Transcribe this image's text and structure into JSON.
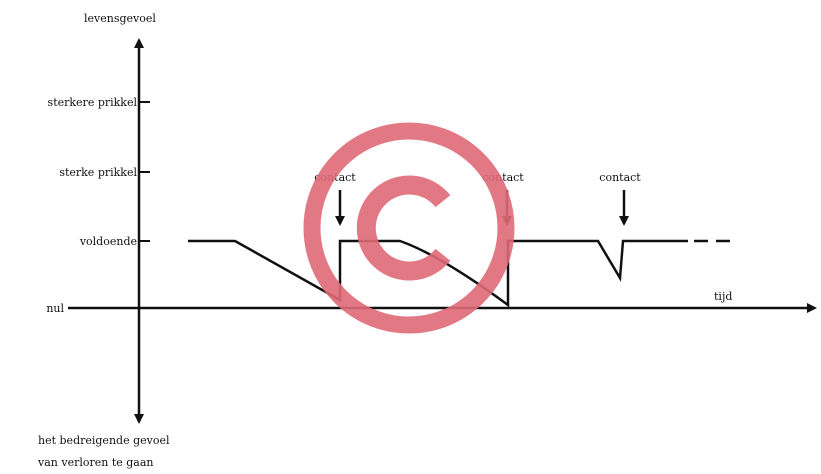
{
  "y_axis": {
    "title": "levensgevoel",
    "levels": [
      "sterkere prikkel",
      "sterke prikkel",
      "voldoende",
      "nul"
    ],
    "bottom_label_line1": "het bedreigende gevoel",
    "bottom_label_line2": "van verloren te gaan"
  },
  "x_axis": {
    "title": "tijd"
  },
  "events": [
    {
      "label": "contact"
    },
    {
      "label": "contact"
    },
    {
      "label": "contact"
    }
  ],
  "watermark": {
    "symbol": "©",
    "color": "#e06a78"
  }
}
